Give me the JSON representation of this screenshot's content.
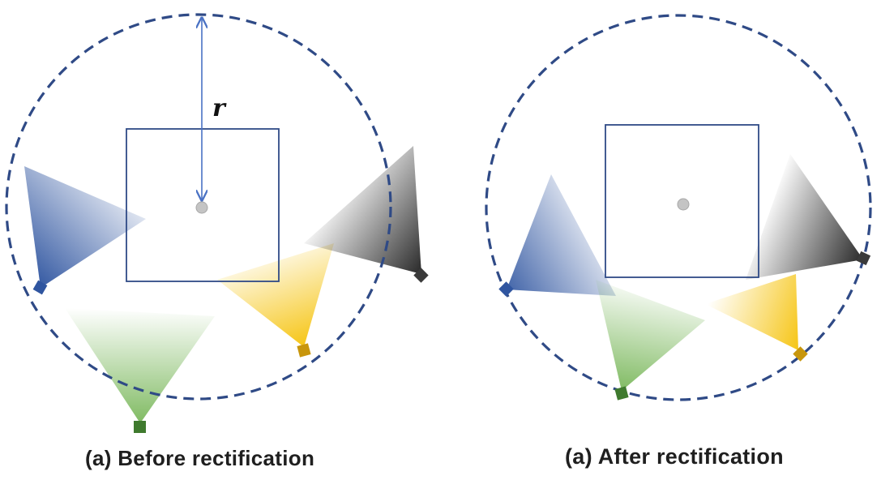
{
  "panels": {
    "left": {
      "caption": "(a) Before rectification",
      "radius_label": "r"
    },
    "right": {
      "caption": "(a) After rectification"
    }
  },
  "colors": {
    "circle": "#2f4a86",
    "square": "#2f4a86",
    "arrow": "#4a72c4",
    "center_dot": "#bdbdbd",
    "camera_blue": "#2f55a0",
    "camera_green": "#3f7a2e",
    "camera_yellow": "#c8960c",
    "camera_black": "#3a3a3a"
  }
}
